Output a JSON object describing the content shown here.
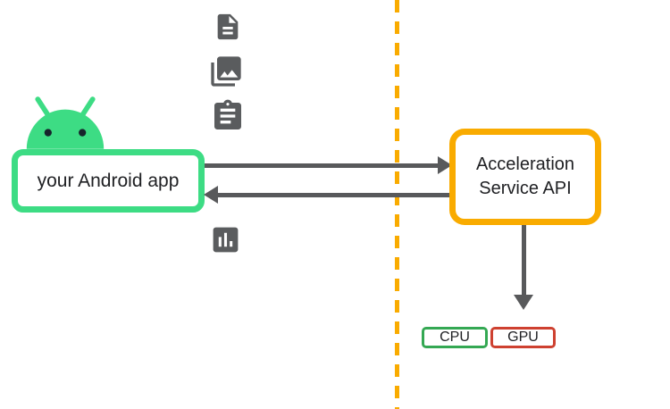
{
  "diagram": {
    "android_app": {
      "label": "your Android app"
    },
    "acceleration_service": {
      "label": "Acceleration Service API"
    },
    "chips": {
      "cpu": "CPU",
      "gpu": "GPU"
    },
    "icons": [
      "document-icon",
      "photo-library-icon",
      "clipboard-icon",
      "bar-chart-icon"
    ],
    "colors": {
      "android_green": "#3DDC84",
      "divider_orange": "#F9AB00",
      "cpu_green": "#34A853",
      "gpu_red": "#CE4130",
      "arrow_gray": "#58595B",
      "icon_gray": "#5A5C5E",
      "text": "#202124"
    }
  }
}
